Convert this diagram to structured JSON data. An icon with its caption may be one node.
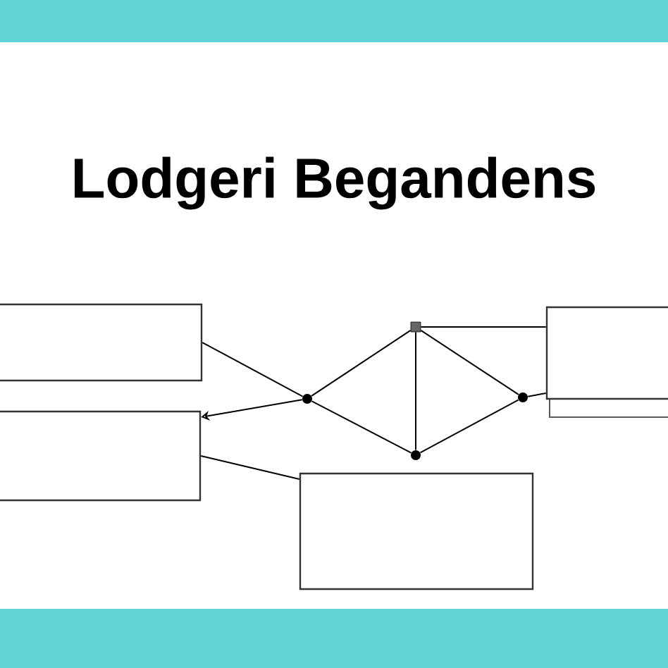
{
  "diagram": {
    "title": "Lodgeri Begandens",
    "nodes": [
      {
        "text": [],
        "shape": "box"
      },
      {
        "text": [],
        "shape": "box"
      },
      {
        "text": [],
        "shape": "box"
      },
      {
        "text": [],
        "shape": "box"
      },
      {
        "text": [],
        "shape": "circle"
      },
      {
        "text": [],
        "shape": "box"
      },
      {
        "text": [],
        "shape": "circle"
      },
      {
        "text": [],
        "shape": "circle"
      },
      {
        "text": [],
        "shape": "bar"
      },
      {
        "text": [],
        "shape": "bar"
      }
    ],
    "edges": [
      {
        "from": 0,
        "to": 4,
        "arrow": "none"
      },
      {
        "from": 4,
        "to": 1,
        "arrow": "to"
      },
      {
        "from": 1,
        "to": 3,
        "arrow": "none"
      },
      {
        "from": 4,
        "to": 5,
        "arrow": "none"
      },
      {
        "from": 4,
        "to": 6,
        "arrow": "none"
      },
      {
        "from": 5,
        "to": 6,
        "arrow": "none"
      },
      {
        "from": 5,
        "to": 7,
        "arrow": "none"
      },
      {
        "from": 6,
        "to": 7,
        "arrow": "none"
      },
      {
        "from": 5,
        "to": 2,
        "arrow": "none"
      },
      {
        "from": 7,
        "to": 2,
        "arrow": "none"
      }
    ]
  }
}
